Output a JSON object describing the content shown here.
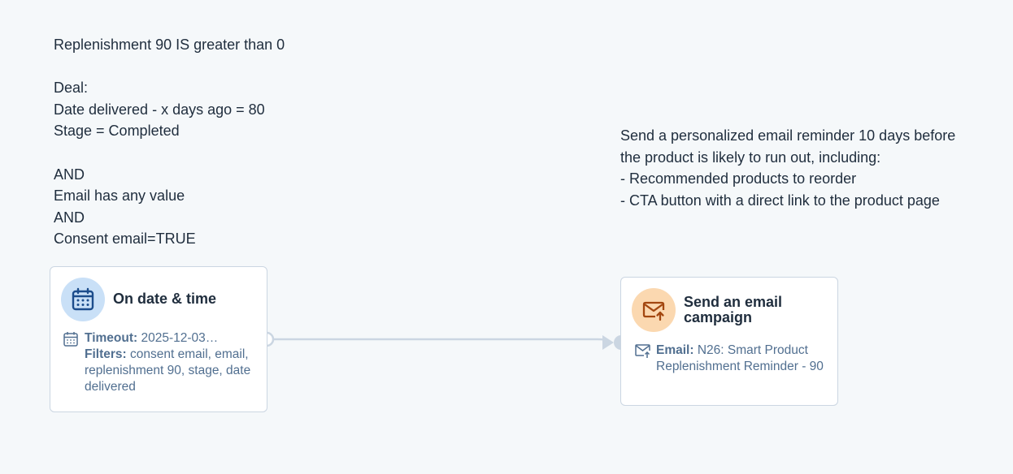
{
  "notes": {
    "left": "Replenishment 90 IS greater than 0\n\nDeal:\nDate delivered - x days ago = 80\nStage = Completed\n\nAND\nEmail has any value\nAND\nConsent email=TRUE",
    "right": "Send a personalized email reminder 10 days before the product is likely to run out, including:\n- Recommended products to reorder\n- CTA button with a direct link to the product page"
  },
  "trigger_card": {
    "title": "On date & time",
    "icon": "calendar-icon",
    "timeout_label": "Timeout:",
    "timeout_value": "2025-12-03…",
    "filters_label": "Filters:",
    "filters_value": "consent email, email, replenishment 90, stage, date delivered",
    "badge_color": "#c9e0f7"
  },
  "email_card": {
    "title": "Send an email campaign",
    "icon": "email-send-icon",
    "email_label": "Email:",
    "email_value": "N26: Smart Product Replenishment Reminder - 90",
    "badge_color": "#fbd8b0"
  },
  "colors": {
    "background": "#f5f8fa",
    "connector": "#cbd6e2",
    "text_primary": "#1f2d3d",
    "text_secondary": "#516f90"
  }
}
